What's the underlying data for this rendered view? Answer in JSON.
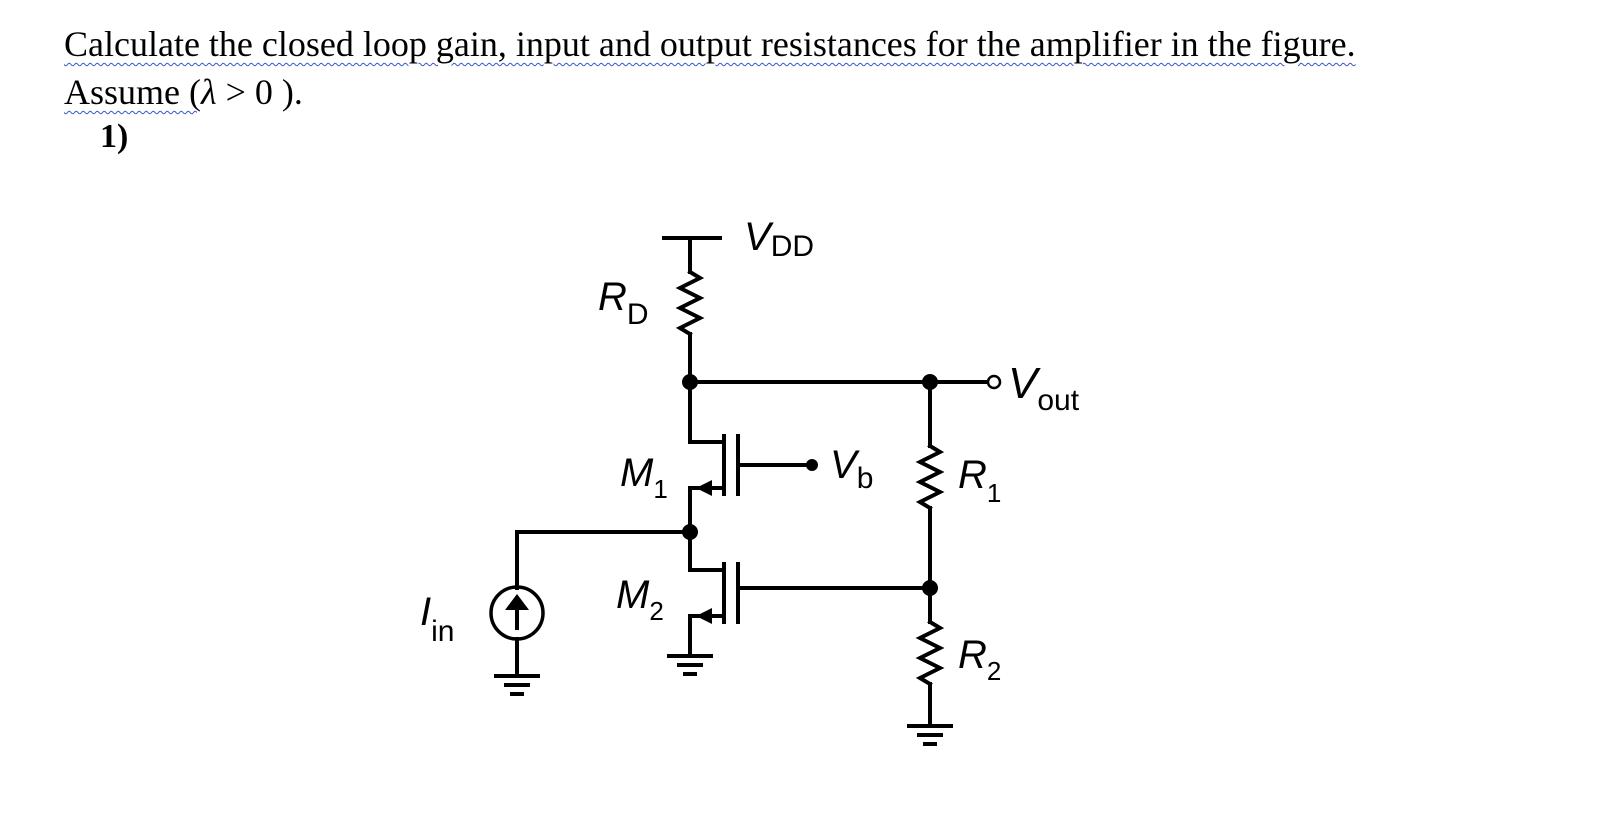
{
  "question": {
    "line1": "Calculate the closed loop gain, input and output resistances for the amplifier in the figure.",
    "line2_prefix": "Assume (",
    "lambda": "λ",
    "line2_suffix": " > 0 ).",
    "item": "1)"
  },
  "circuit": {
    "vdd": {
      "main": "V",
      "sub": "DD"
    },
    "rd": {
      "main": "R",
      "sub": "D"
    },
    "vout": {
      "main": "V",
      "sub": "out"
    },
    "m1": {
      "main": "M",
      "sub": "1"
    },
    "m2": {
      "main": "M",
      "sub": "2"
    },
    "vb": {
      "main": "V",
      "sub": "b"
    },
    "r1": {
      "main": "R",
      "sub": "1"
    },
    "r2": {
      "main": "R",
      "sub": "2"
    },
    "iin": {
      "main": "I",
      "sub": "in"
    }
  }
}
